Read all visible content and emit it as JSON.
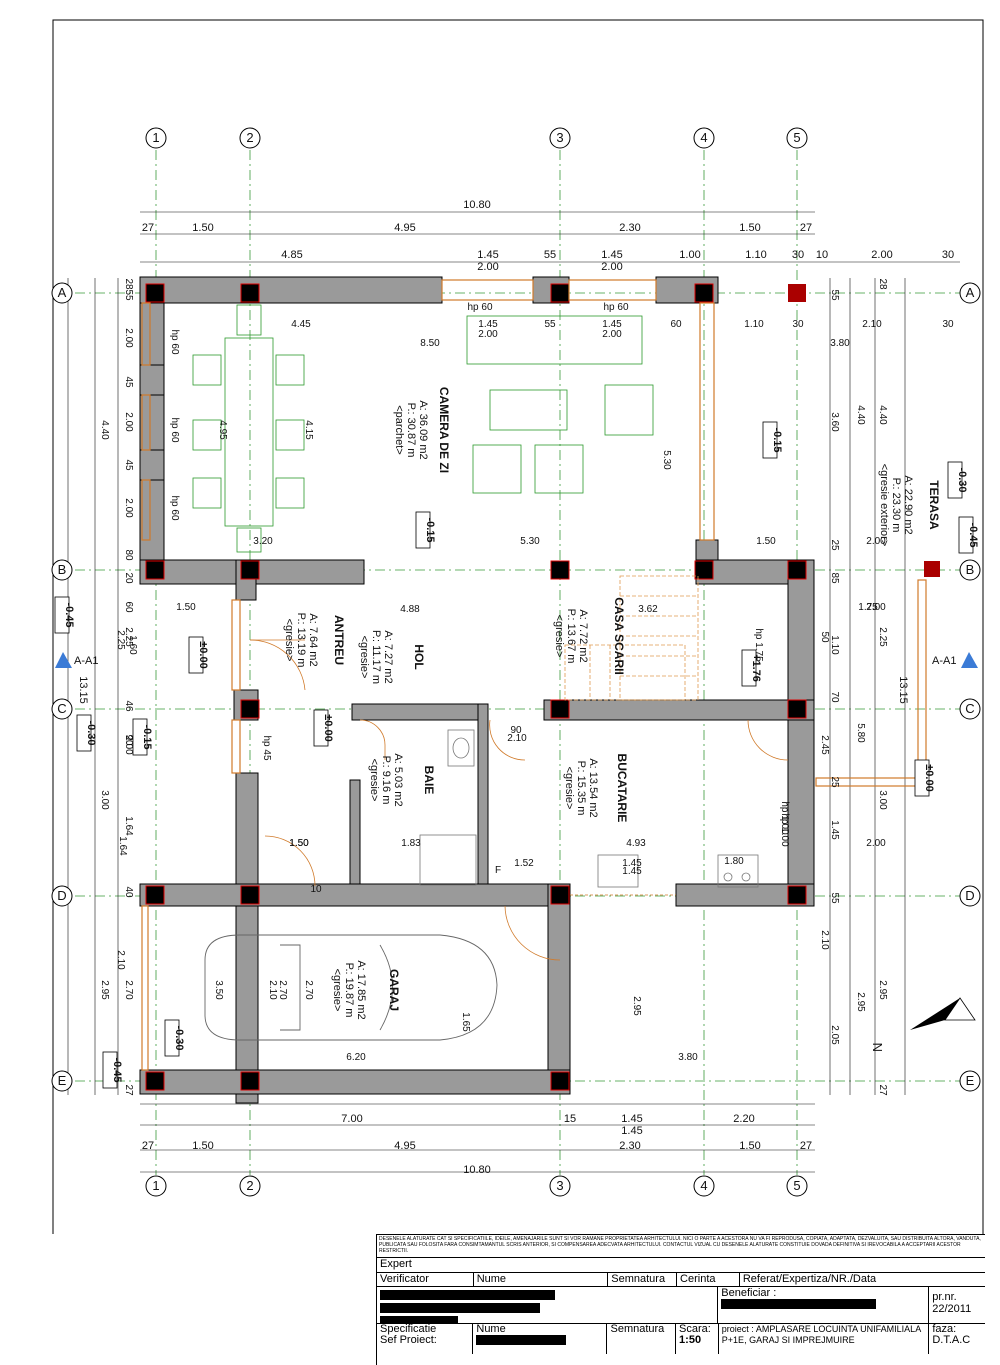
{
  "axes": {
    "columns": [
      "1",
      "2",
      "3",
      "4",
      "5"
    ],
    "rows": [
      "A",
      "B",
      "C",
      "D",
      "E"
    ]
  },
  "dims_top": {
    "overall": "10.80",
    "chain": [
      "27",
      "1.50",
      "4.95",
      "2.30",
      "1.50",
      "27"
    ],
    "row2": [
      "4.85",
      "1.45",
      "55",
      "1.45",
      "1.00",
      "1.10",
      "30",
      "10",
      "2.00",
      "30"
    ],
    "row2_sub": [
      "2.00",
      "2.00"
    ]
  },
  "dims_bottom": {
    "overall": "10.80",
    "chain": [
      "27",
      "1.50",
      "4.95",
      "2.30",
      "1.50",
      "27"
    ],
    "row2": [
      "7.00",
      "15",
      "1.45",
      "2.20"
    ],
    "row2_sub": "1.45"
  },
  "dims_left": {
    "overall": "13.15",
    "chain": [
      "28",
      "55",
      "2.00",
      "45",
      "2.00",
      "45",
      "2.00",
      "80",
      "20",
      "60",
      "2.25",
      "46",
      "2.00",
      "1.64",
      "40",
      "2.70",
      "27"
    ],
    "chain2": [
      "4.40",
      "3.00",
      "2.95",
      "1.60",
      "2.25",
      "90",
      "2.10"
    ]
  },
  "dims_right": {
    "overall": "13.15",
    "chain": [
      "55",
      "3.60",
      "4.40",
      "25",
      "85",
      "1.10",
      "50",
      "70",
      "2.45",
      "25",
      "1.45",
      "55",
      "2.10",
      "2.95",
      "2.05",
      "27"
    ],
    "chain2": [
      "28",
      "4.40",
      "1.75",
      "2.25",
      "5.80",
      "3.00",
      "2.95"
    ]
  },
  "rooms": [
    {
      "name": "CAMERA DE ZI",
      "area": "A: 36.09 m2",
      "perim": "P.: 30.87 m",
      "floor": "<parchet>"
    },
    {
      "name": "TERASA",
      "area": "A: 22.90 m2",
      "perim": "P.: 23.30 m",
      "floor": "<gresie exterior>"
    },
    {
      "name": "ANTREU",
      "area": "A: 7.64 m2",
      "perim": "P.: 13.19 m",
      "floor": "<gresie>"
    },
    {
      "name": "HOL",
      "area": "A: 7.27 m2",
      "perim": "P.: 11.17 m",
      "floor": "<gresie>"
    },
    {
      "name": "CASA SCARII",
      "area": "A: 7.72 m2",
      "perim": "P.: 13.67 m",
      "floor": "<gresie>"
    },
    {
      "name": "BAIE",
      "area": "A: 5.03 m2",
      "perim": "P.: 9.16 m",
      "floor": "<gresie>"
    },
    {
      "name": "BUCATARIE",
      "area": "A: 13.54 m2",
      "perim": "P.: 15.35 m",
      "floor": "<gresie>"
    },
    {
      "name": "GARAJ",
      "area": "A: 17.85 m2",
      "perim": "P.: 19.87 m",
      "floor": "<gresie>"
    }
  ],
  "levels": [
    "-0.15",
    "-0.15",
    "-0.30",
    "-0.45",
    "-0.45",
    "±0.00",
    "±0.00",
    "-0.15",
    "+1.76",
    "±0.00",
    "-0.30",
    "-0.45",
    "-0.30"
  ],
  "section": {
    "left": "A-A1",
    "right": "A-A1"
  },
  "interior_dims": [
    "8.50",
    "3.80",
    "5.30",
    "5.30",
    "4.45",
    "1.45",
    "2.00",
    "55",
    "1.45",
    "2.00",
    "60",
    "1.10",
    "30",
    "2.10",
    "30",
    "3.20",
    "1.50",
    "2.00",
    "4.95",
    "4.15",
    "hp 60",
    "hp 60",
    "hp 60",
    "hp 60",
    "hp 60",
    "1.50",
    "4.88",
    "3.62",
    "2.00",
    "1.50",
    "1.64",
    "1.50",
    "1.83",
    "4.93",
    "2.00",
    "6.20",
    "3.80",
    "3.50",
    "2.70",
    "2.10",
    "2.70",
    "1.65",
    "2.95",
    "hp 1.75",
    "hp 1.00",
    "hp 1.00",
    "hp 45",
    "1.80",
    "1.52",
    "1.45",
    "1.45",
    "2.10",
    "90",
    "10",
    "F"
  ],
  "north": "N",
  "title_block": {
    "fine_print": "DESENELE ALATURATE CAT SI SPECIFICATIILE, IDEILE, AMENAJARILE SUNT SI VOR RAMANE PROPRIETATEA ARHITECTULUI. NICI O PARTE A ACESTORA NU VA FI REPRODUSA, COPIATA, ADAPTATA, DEZVALUITA, SAU DISTRIBUITA ALTORA, VANDUTA, PUBLICATA SAU FOLOSITA FARA CONSIMTAMANTUL SCRIS ANTERIOR, SI COMPENSAREA ADECVATA ARHITECTULUI. CONTACTUL VIZUAL CU DESENELE ALATURATE CONSTITUIE DOVADA DEFINITIVA SI IREVOCABILA A ACCEPTARII ACESTOR RESTRICTII.",
    "expert": "Expert",
    "verificator": "Verificator",
    "nume": "Nume",
    "semnatura": "Semnatura",
    "cerinta": "Cerinta",
    "referat": "Referat/Expertiza/NR./Data",
    "beneficiar": "Beneficiar :",
    "prnr_label": "pr.nr.",
    "prnr": "22/2011",
    "specificatie": "Specificatie",
    "sef_proiect": "Sef Proiect:",
    "scara_label": "Scara:",
    "scara": "1:50",
    "proiect": "proiect : AMPLASARE LOCUINTA UNIFAMILIALA",
    "proiect2": "P+1E, GARAJ SI IMPREJMUIRE",
    "faza_label": "faza:",
    "faza": "D.T.A.C"
  }
}
